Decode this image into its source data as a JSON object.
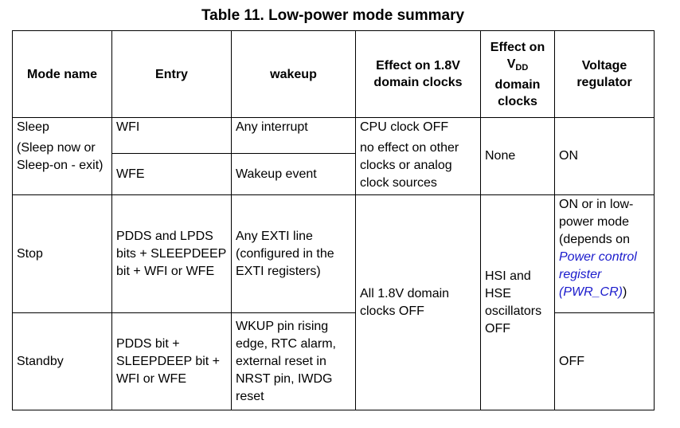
{
  "title": "Table 11. Low-power mode summary",
  "headers": {
    "mode_name": "Mode name",
    "entry": "Entry",
    "wakeup": "wakeup",
    "effect_18v": "Effect on 1.8V domain clocks",
    "effect_vdd_pre": "Effect on",
    "effect_vdd_v": "V",
    "effect_vdd_sub": "DD",
    "effect_vdd_post": "domain clocks",
    "voltage_regulator": "Voltage regulator"
  },
  "rows": {
    "sleep": {
      "mode_line1": "Sleep",
      "mode_line2": "(Sleep now or Sleep-on - exit)",
      "entry_wfi": "WFI",
      "wakeup_wfi": "Any interrupt",
      "entry_wfe": "WFE",
      "wakeup_wfe": "Wakeup event",
      "effect_18v_line1": "CPU clock OFF",
      "effect_18v_line2": "no effect on other clocks or analog clock sources",
      "effect_vdd": "None",
      "regulator": "ON"
    },
    "stop": {
      "mode": "Stop",
      "entry": "PDDS and LPDS bits + SLEEPDEEP bit + WFI or WFE",
      "wakeup": "Any EXTI line (configured in the EXTI registers)",
      "regulator_pre": "ON or in low-power mode (depends on",
      "regulator_link": "Power control register (PWR_CR)",
      "regulator_post": ")"
    },
    "shared": {
      "effect_18v": "All 1.8V domain clocks OFF",
      "effect_vdd": "HSI and HSE oscillators OFF"
    },
    "standby": {
      "mode": "Standby",
      "entry": "PDDS bit + SLEEPDEEP bit + WFI or WFE",
      "wakeup": "WKUP pin rising edge, RTC alarm, external reset in NRST pin, IWDG reset",
      "regulator": "OFF"
    }
  }
}
